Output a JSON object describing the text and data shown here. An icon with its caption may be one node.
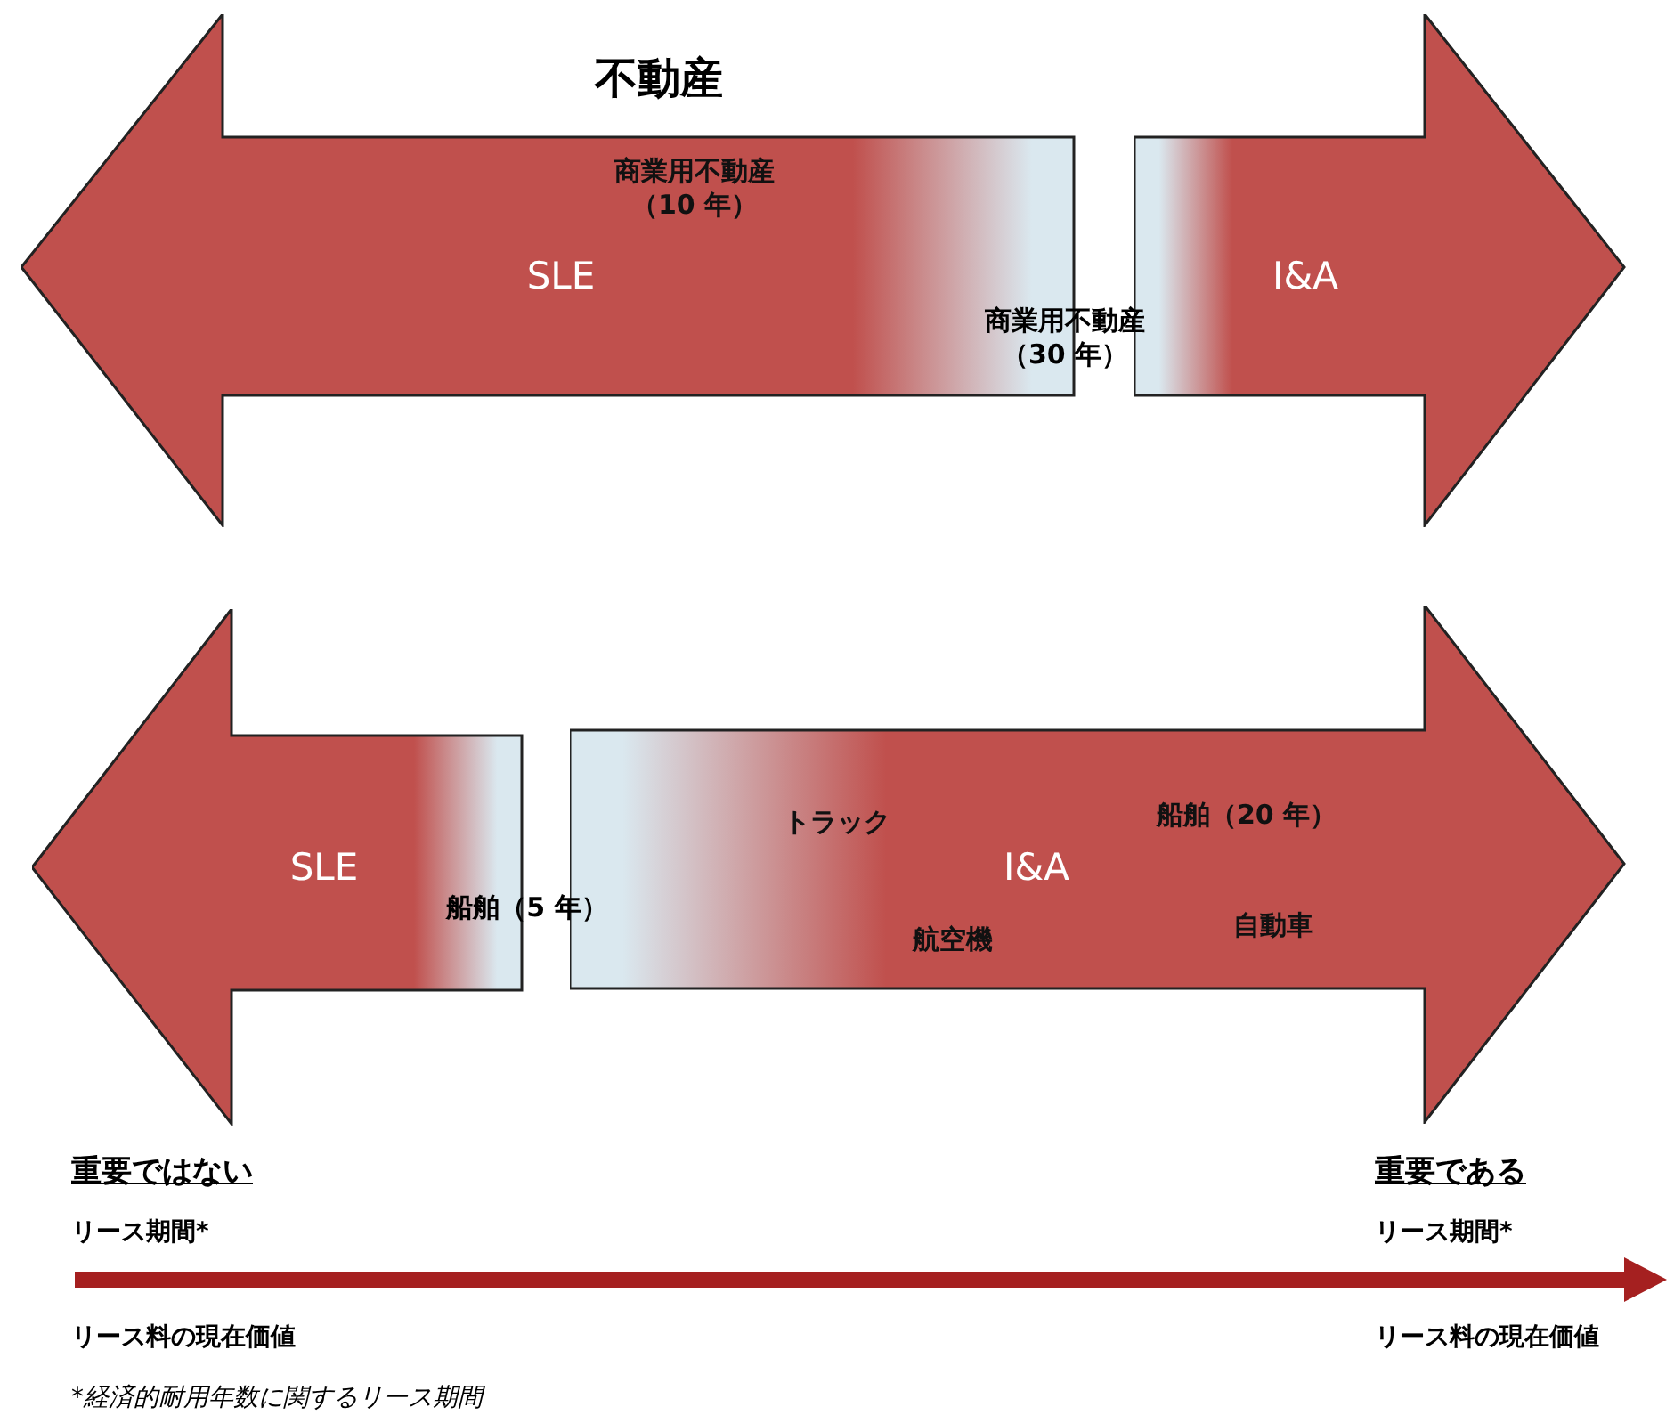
{
  "diagram": {
    "title": "不動産",
    "nodes": [
      {
        "text": [
          "商業用不動産（10 年）",
          "SLE"
        ]
      },
      {
        "text": [
          "I&A"
        ]
      },
      {
        "text": [
          "SLE"
        ]
      },
      {
        "text": [
          "I&A",
          "トラック",
          "船舶（20 年）",
          "航空機",
          "自動車"
        ]
      }
    ],
    "edges": [],
    "labels": [
      "商業用不動産（30 年）",
      "船舶（5 年）",
      "重要ではない",
      "重要である",
      "リース期間*",
      "リース期間*",
      "リース料の現在価値",
      "リース料の現在価値",
      "*経済的耐用年数に関するリース期間"
    ]
  }
}
